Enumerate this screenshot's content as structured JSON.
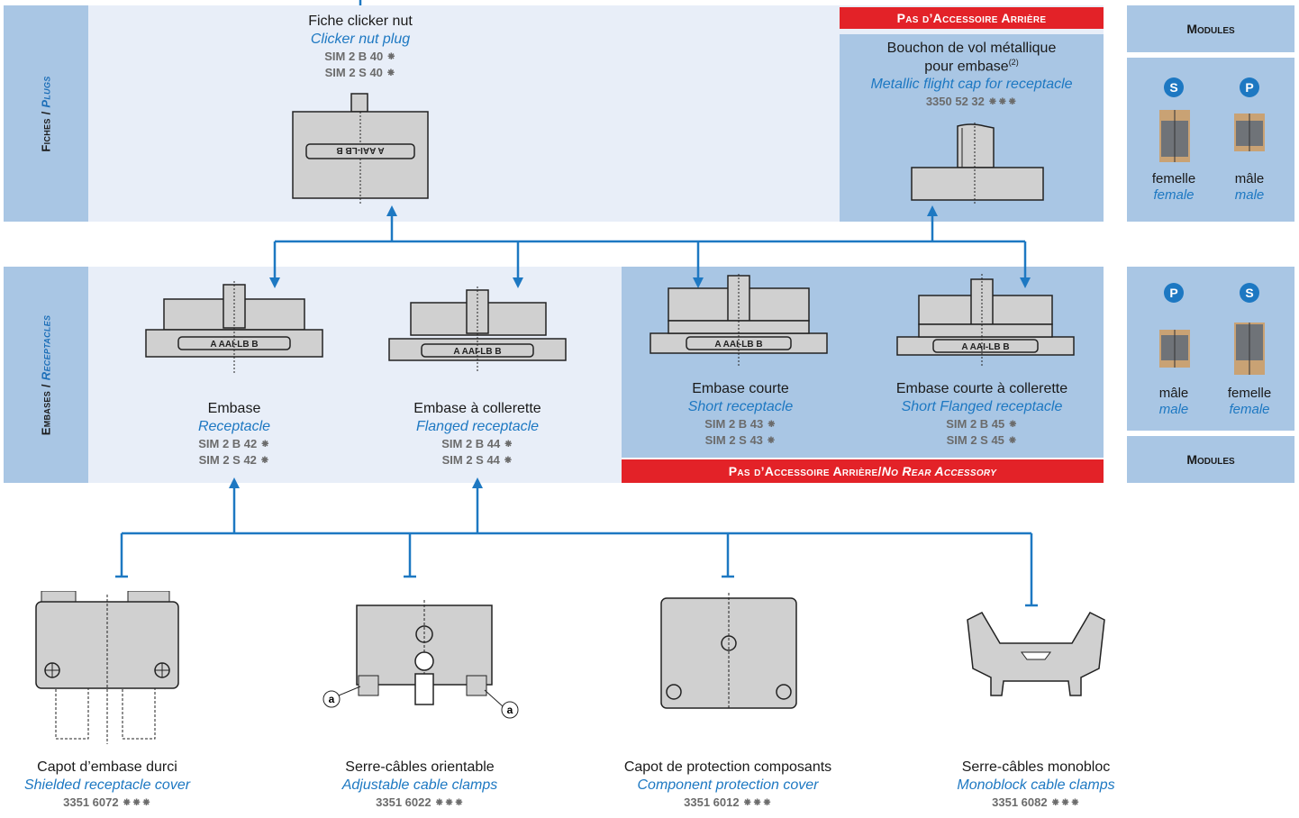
{
  "colors": {
    "accent": "#1d78c2",
    "tab": "#a9c6e4",
    "panel_light": "#e8eef8",
    "panel_mid": "#a9c6e4",
    "red": "#e32228"
  },
  "rows": {
    "plugs": {
      "fr": "Fiches",
      "sep": " / ",
      "en": "Plugs"
    },
    "receptacles": {
      "fr": "Embases",
      "sep": " / ",
      "en": "Receptacles"
    }
  },
  "plug": {
    "fr": "Fiche clicker nut",
    "en": "Clicker nut plug",
    "ref1": "SIM 2 B 40 ⁕",
    "ref2": "SIM 2 S 40 ⁕"
  },
  "no_rear_top": "Pas d’Accessoire Arrière",
  "cap": {
    "fr1": "Bouchon de vol métallique",
    "fr2": "pour embase",
    "note": "(2)",
    "en": "Metallic flight cap for receptacle",
    "ref": "3350 52 32 ⁕⁕⁕"
  },
  "modules": {
    "header": "Modules",
    "top": [
      {
        "badge": "S",
        "fr": "femelle",
        "en": "female"
      },
      {
        "badge": "P",
        "fr": "mâle",
        "en": "male"
      }
    ],
    "bottom": [
      {
        "badge": "P",
        "fr": "mâle",
        "en": "male"
      },
      {
        "badge": "S",
        "fr": "femelle",
        "en": "female"
      }
    ]
  },
  "receptacles": [
    {
      "fr": "Embase",
      "en": "Receptacle",
      "ref1": "SIM 2 B 42 ⁕",
      "ref2": "SIM 2 S 42 ⁕"
    },
    {
      "fr": "Embase à collerette",
      "en": "Flanged receptacle",
      "ref1": "SIM 2 B 44 ⁕",
      "ref2": "SIM 2 S 44 ⁕"
    },
    {
      "fr": "Embase courte",
      "en": "Short  receptacle",
      "ref1": "SIM 2 B 43 ⁕",
      "ref2": "SIM 2 S 43 ⁕"
    },
    {
      "fr": "Embase courte à collerette",
      "en": "Short Flanged receptacle",
      "ref1": "SIM 2 B 45 ⁕",
      "ref2": "SIM 2 S 45 ⁕"
    }
  ],
  "no_rear_bottom": {
    "fr": "Pas d’Accessoire Arrière",
    "sep": " / ",
    "en": "No Rear Accessory"
  },
  "body_marking": "A   AAI-LB   B",
  "body_marking_flipped": "B  AAI-LB   A",
  "accessories": [
    {
      "fr": "Capot d’embase durci",
      "en": "Shielded receptacle cover",
      "ref": "3351 6072 ⁕⁕⁕"
    },
    {
      "fr": "Serre-câbles orientable",
      "en": "Adjustable cable clamps",
      "ref": "3351 6022 ⁕⁕⁕"
    },
    {
      "fr": "Capot de protection composants",
      "en": "Component protection cover",
      "ref": "3351 6012 ⁕⁕⁕"
    },
    {
      "fr": "Serre-câbles monobloc",
      "en": "Monoblock cable clamps",
      "ref": "3351 6082 ⁕⁕⁕"
    }
  ],
  "callout": "a"
}
